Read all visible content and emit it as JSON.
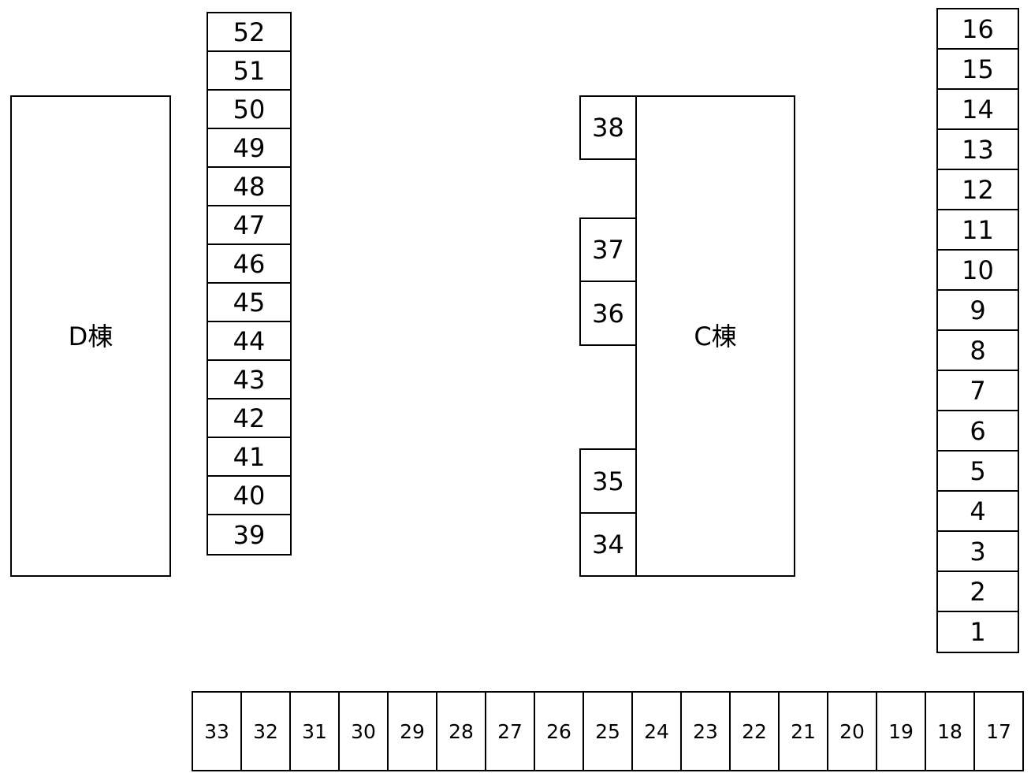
{
  "buildings": {
    "d": "D棟",
    "c": "C棟"
  },
  "stalls": {
    "column_left": [
      "52",
      "51",
      "50",
      "49",
      "48",
      "47",
      "46",
      "45",
      "44",
      "43",
      "42",
      "41",
      "40",
      "39"
    ],
    "column_c": [
      "38",
      "37",
      "36",
      "35",
      "34"
    ],
    "column_right": [
      "16",
      "15",
      "14",
      "13",
      "12",
      "11",
      "10",
      "9",
      "8",
      "7",
      "6",
      "5",
      "4",
      "3",
      "2",
      "1"
    ],
    "row_bottom": [
      "33",
      "32",
      "31",
      "30",
      "29",
      "28",
      "27",
      "26",
      "25",
      "24",
      "23",
      "22",
      "21",
      "20",
      "19",
      "18",
      "17"
    ]
  }
}
